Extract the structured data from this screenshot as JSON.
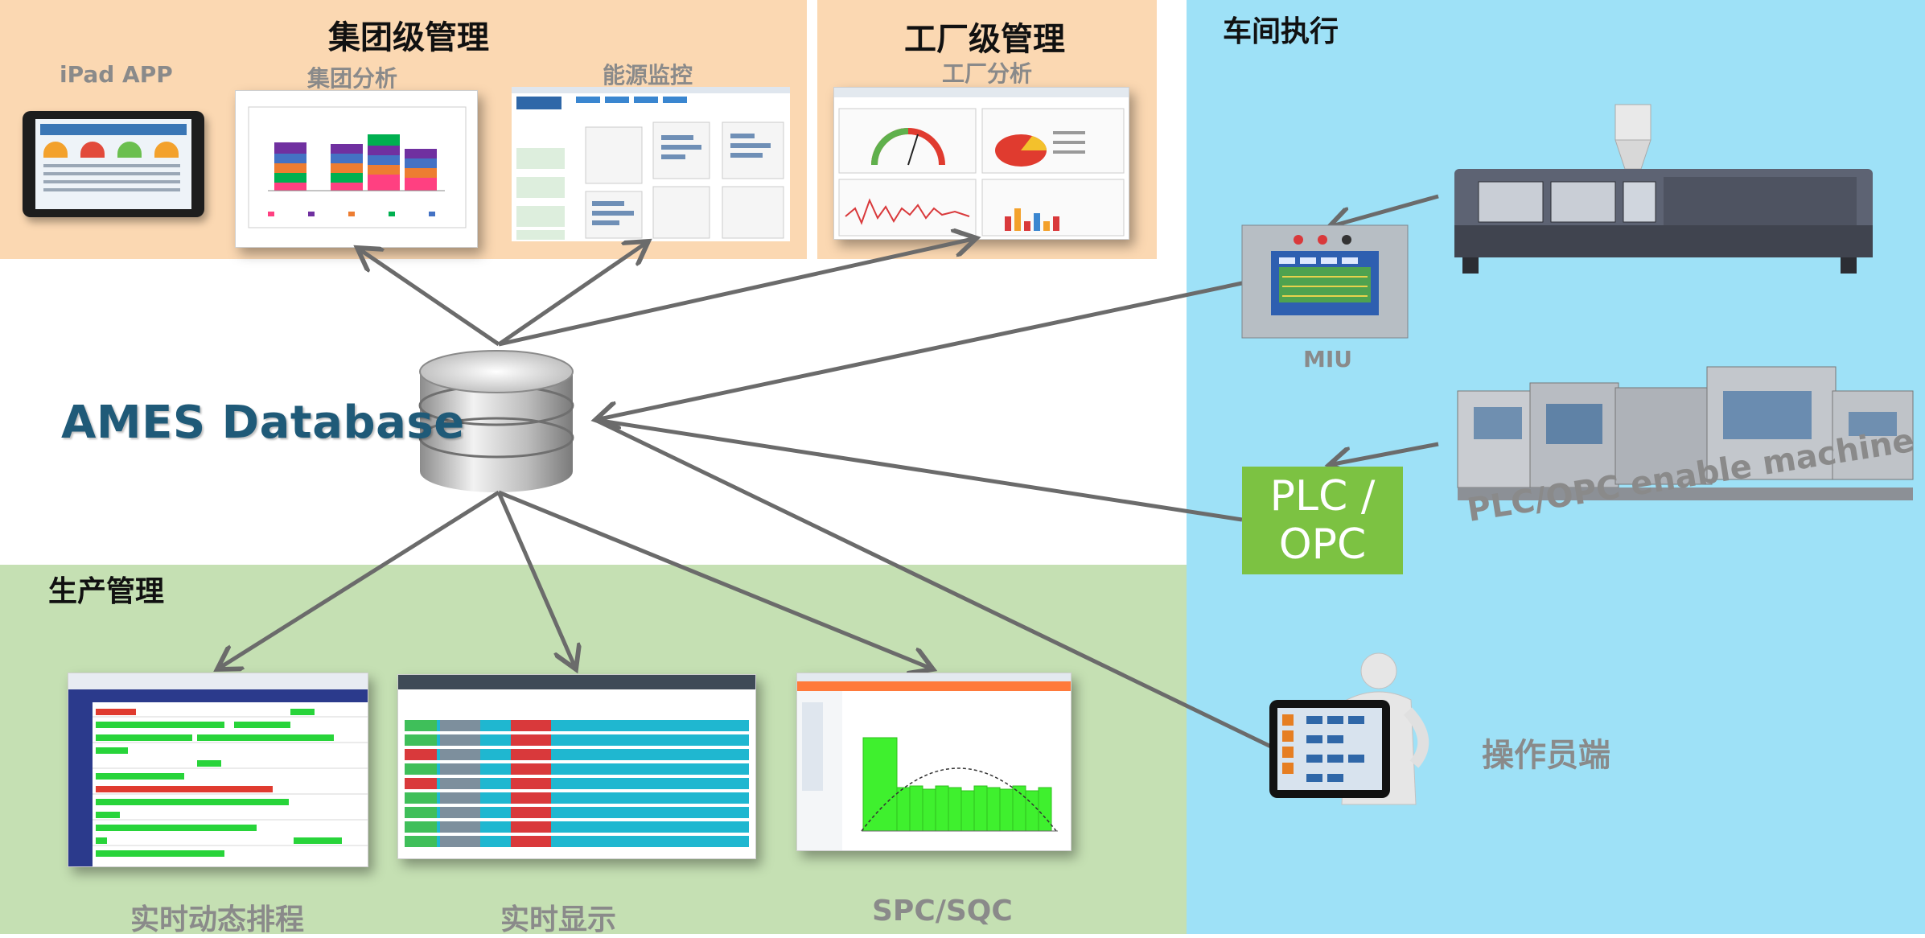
{
  "sections": {
    "group_mgmt": {
      "title": "集团级管理",
      "ipad_label": "iPad APP",
      "analysis_label": "集团分析",
      "energy_label": "能源监控"
    },
    "factory_mgmt": {
      "title": "工厂级管理",
      "analysis_label": "工厂分析"
    },
    "workshop": {
      "title": "车间执行",
      "miu_label": "MIU",
      "plc_box": "PLC / OPC",
      "plc_machine_label": "PLC/OPC enable machine",
      "operator_label": "操作员端"
    },
    "production": {
      "title": "生产管理",
      "schedule_label": "实时动态排程",
      "realtime_label": "实时显示",
      "spc_label": "SPC/SQC"
    }
  },
  "database": {
    "label": "AMES Database"
  },
  "colors": {
    "group_bg": "#fbd8b2",
    "workshop_bg": "#9ee1f7",
    "production_bg": "#c5e0b3",
    "database_text": "#1f5a78",
    "plc_green": "#7cc242",
    "arrow": "#6b6b6b"
  },
  "icons": [
    "database-icon",
    "ipad-icon",
    "machine-icon",
    "operator-tablet-icon",
    "miu-panel-icon"
  ]
}
